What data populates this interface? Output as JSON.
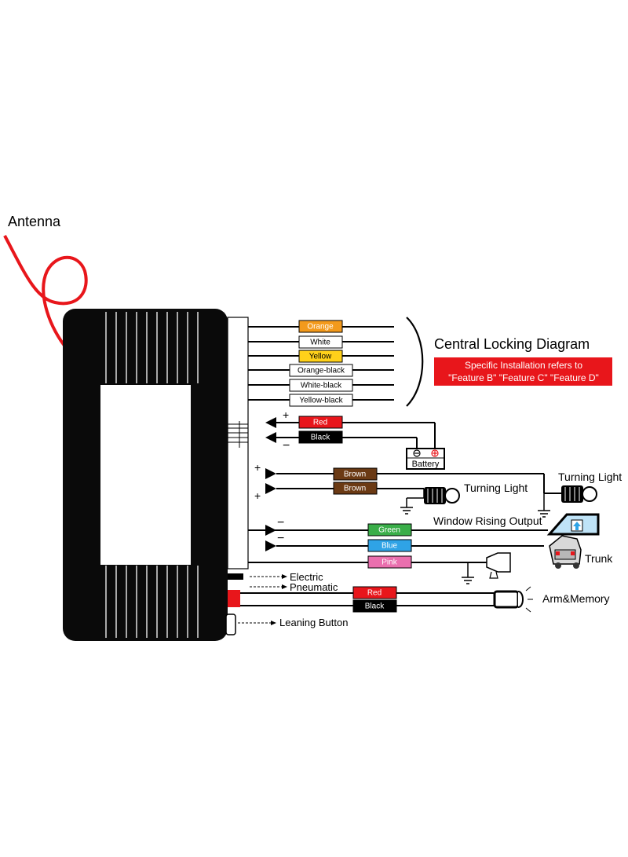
{
  "colors": {
    "antenna": "#e8161b",
    "module": "#0a0a0a",
    "window": "#ffffff",
    "banner": "#e8161b",
    "orange": "#f39a1c",
    "yellow": "#ffd11a",
    "red": "#e8161b",
    "black": "#000000",
    "brown": "#6b3a14",
    "green": "#3aae49",
    "blue": "#2fa3e6",
    "pink": "#ea6fae",
    "white": "#ffffff"
  },
  "antenna_label": "Antenna",
  "title": "Central Locking Diagram",
  "banner": {
    "line1": "Specific Installation refers to",
    "line2": "\"Feature B\" \"Feature C\" \"Feature D\""
  },
  "locking_wires": [
    {
      "label": "Orange",
      "fill": "orange",
      "text_color": "#ffffff"
    },
    {
      "label": "White",
      "fill": "white",
      "text_color": "#000000"
    },
    {
      "label": "Yellow",
      "fill": "yellow",
      "text_color": "#000000"
    },
    {
      "label": "Orange-black",
      "fill": "white",
      "text_color": "#000000"
    },
    {
      "label": "White-black",
      "fill": "white",
      "text_color": "#000000"
    },
    {
      "label": "Yellow-black",
      "fill": "white",
      "text_color": "#000000"
    }
  ],
  "power": {
    "red_label": "Red",
    "black_label": "Black",
    "plus": "+",
    "minus": "−",
    "battery_label": "Battery",
    "battery_neg": "⊖",
    "battery_pos": "⊕"
  },
  "turning": {
    "brown1": "Brown",
    "brown2": "Brown",
    "plus": "+",
    "light_label_1": "Turning Light",
    "light_label_2": "Turning Light"
  },
  "outputs": {
    "minus": "−",
    "green_label": "Green",
    "blue_label": "Blue",
    "pink_label": "Pink",
    "window_label": "Window Rising Output",
    "trunk_label": "Trunk"
  },
  "bottom": {
    "electric": "Electric",
    "pneumatic": "Pneumatic",
    "red_label": "Red",
    "black_label": "Black",
    "arm_label": "Arm&Memory",
    "leaning_label": "Leaning Button"
  },
  "icons": [
    "antenna-wire",
    "control-module",
    "battery-icon",
    "bulb-icon",
    "window-icon",
    "trunk-icon",
    "siren-icon",
    "led-icon",
    "ground-icon"
  ]
}
